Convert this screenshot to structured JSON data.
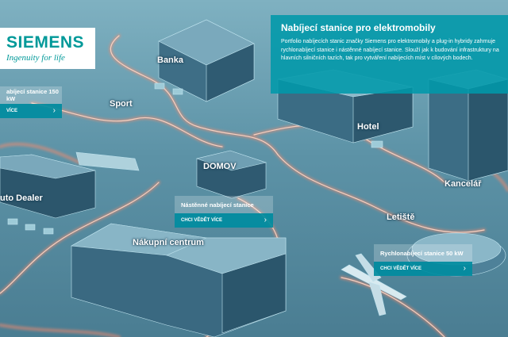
{
  "brand": {
    "name": "SIEMENS",
    "tagline": "Ingenuity for life",
    "color": "#009999"
  },
  "info_panel": {
    "title": "Nabíjecí stanice pro elektromobily",
    "description": "Portfolio nabíjecích stanic značky Siemens pro elektromobily a plug-in hybridy zahrnuje rychlonabíjecí stanice i nástěnné nabíjecí stanice. Slouží jak k budování infrastruktury na hlavních silničních tazích, tak pro vytváření nabíjecích míst v cílových bodech."
  },
  "map_labels": {
    "banka": "Banka",
    "sport": "Sport",
    "hotel": "Hotel",
    "domov": "DOMOV",
    "kancelar": "Kancelář",
    "letiste": "Letiště",
    "auto_dealer": "uto Dealer",
    "nakupni_centrum": "Nákupní centrum"
  },
  "cards": [
    {
      "title": "abíjecí stanice 150 kW",
      "cta": "VÍCE",
      "chevron": "chevron-right-icon"
    },
    {
      "title": "Nástěnné nabíjecí stanice",
      "cta": "CHCI VĚDĚT VÍCE",
      "chevron": "chevron-right-icon"
    },
    {
      "title": "Rychlonabíjecí stanice 50 kW",
      "cta": "CHCI VĚDĚT VÍCE",
      "chevron": "chevron-right-icon"
    }
  ],
  "colors": {
    "accent": "#0099aa",
    "route_glow": "#ff8a6a",
    "ground": "#5b92a6"
  }
}
